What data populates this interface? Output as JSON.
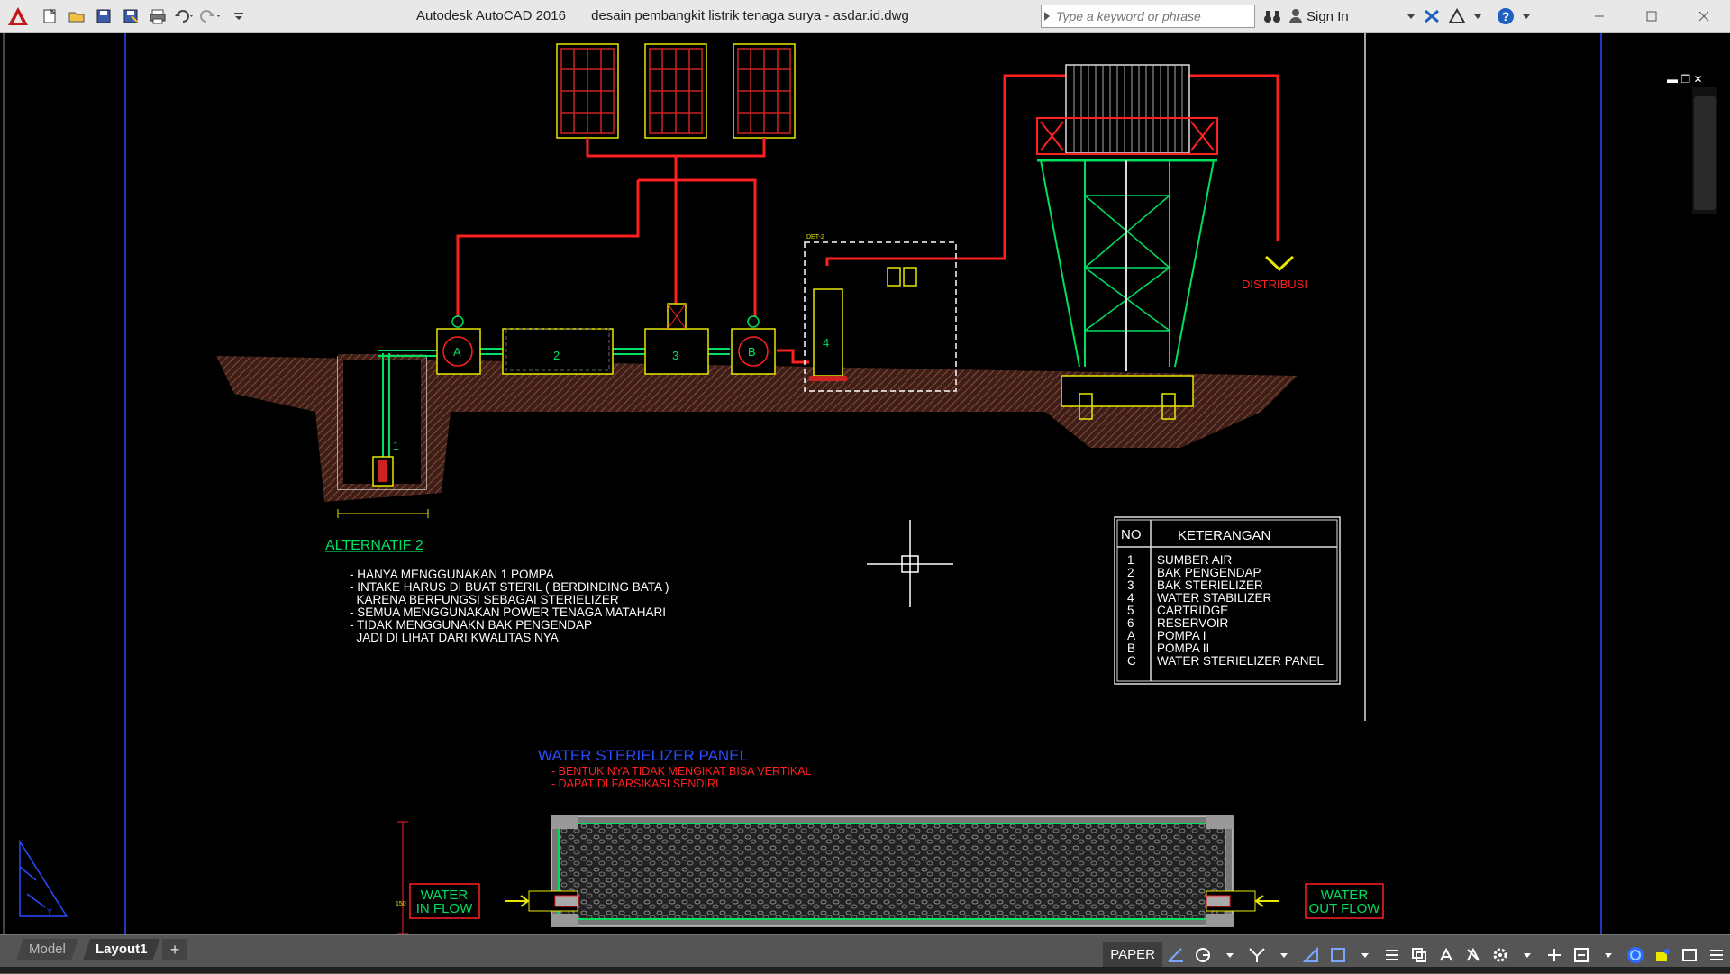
{
  "window": {
    "app_name": "Autodesk AutoCAD 2016",
    "file_title": "desain pembangkit listrik tenaga surya - asdar.id.dwg"
  },
  "search": {
    "placeholder": "Type a keyword or phrase"
  },
  "account": {
    "sign_in": "Sign In"
  },
  "tabs": {
    "model": "Model",
    "layout1": "Layout1",
    "add": "+"
  },
  "status": {
    "space": "PAPER"
  },
  "drawing": {
    "distribusi": "DISTRIBUSI",
    "det_label": "DET-2",
    "numbers": {
      "n1": "1",
      "n2": "2",
      "n3": "3",
      "n4": "4",
      "nA": "A",
      "nB": "B"
    },
    "dims": {
      "d150": "150"
    },
    "alt_title": "ALTERNATIF 2",
    "alt_notes": [
      "- HANYA MENGGUNAKAN 1 POMPA",
      "- INTAKE HARUS DI BUAT STERIL ( BERDINDING BATA )",
      "  KARENA BERFUNGSI SEBAGAI STERIELIZER",
      "- SEMUA MENGGUNAKAN POWER TENAGA MATAHARI",
      "- TIDAK MENGGUNAKN BAK PENGENDAP",
      "  JADI DI LIHAT DARI KWALITAS NYA"
    ],
    "legend": {
      "no_header": "NO",
      "desc_header": "KETERANGAN",
      "rows": [
        {
          "no": "1",
          "desc": "SUMBER AIR"
        },
        {
          "no": "2",
          "desc": "BAK PENGENDAP"
        },
        {
          "no": "3",
          "desc": "BAK STERIELIZER"
        },
        {
          "no": "4",
          "desc": "WATER STABILIZER"
        },
        {
          "no": "5",
          "desc": "CARTRIDGE"
        },
        {
          "no": "6",
          "desc": "RESERVOIR"
        },
        {
          "no": "A",
          "desc": "POMPA I"
        },
        {
          "no": "B",
          "desc": "POMPA II"
        },
        {
          "no": "C",
          "desc": "WATER STERIELIZER PANEL"
        }
      ]
    },
    "panel_title": "WATER STERIELIZER PANEL",
    "panel_notes": [
      "- BENTUK NYA TIDAK MENGIKAT BISA VERTIKAL",
      "- DAPAT DI FARSIKASI SENDIRI"
    ],
    "inflow": [
      "WATER",
      "IN FLOW"
    ],
    "outflow": [
      "WATER",
      "OUT FLOW"
    ]
  },
  "colors": {
    "red": "#ff2020",
    "yellow": "#e8e800",
    "green": "#00e060",
    "blue": "#2b4bff",
    "earth": "#6b3a2a"
  }
}
